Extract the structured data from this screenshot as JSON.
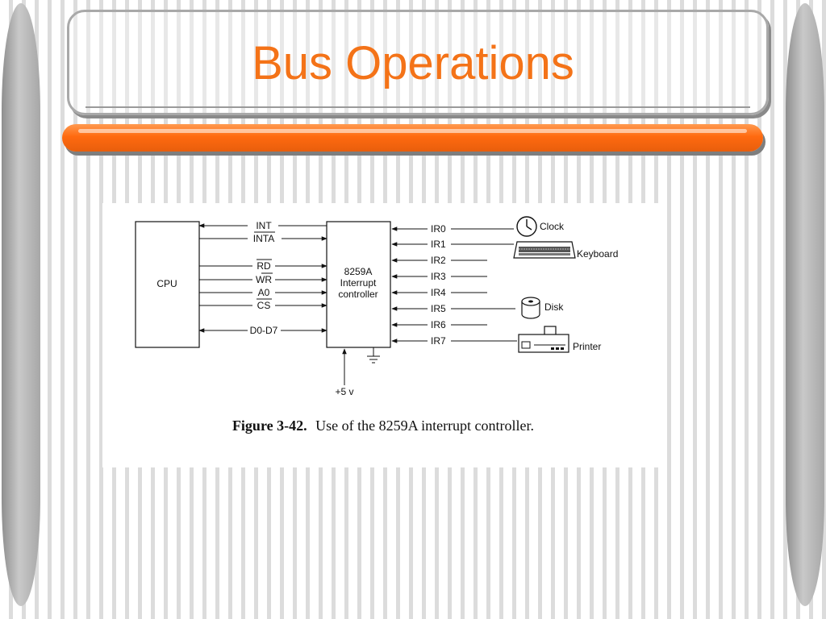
{
  "slide": {
    "title": "Bus Operations"
  },
  "diagram": {
    "cpu_label": "CPU",
    "controller_label": [
      "8259A",
      "Interrupt",
      "controller"
    ],
    "cpu_signals": [
      "INT",
      "INTA",
      "RD",
      "WR",
      "A0",
      "CS",
      "D0-D7"
    ],
    "power_label": "+5 v",
    "ir_lines": [
      "IR0",
      "IR1",
      "IR2",
      "IR3",
      "IR4",
      "IR5",
      "IR6",
      "IR7"
    ],
    "devices": {
      "clock": "Clock",
      "keyboard": "Keyboard",
      "disk": "Disk",
      "printer": "Printer"
    },
    "caption": {
      "figure_number": "Figure 3-42.",
      "text": "Use of the 8259A interrupt controller."
    }
  }
}
